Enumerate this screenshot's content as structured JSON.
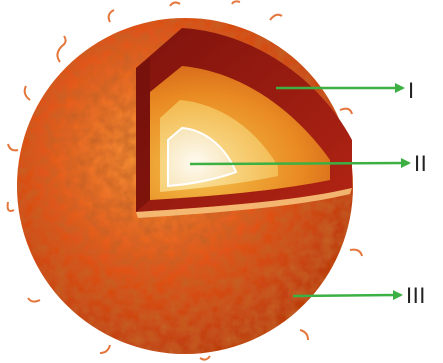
{
  "labels": {
    "layer_1": "I",
    "layer_2": "II",
    "layer_3": "III"
  },
  "colors": {
    "arrow": "#3cb043",
    "surface_dark": "#b83a10",
    "surface_mid": "#e2531a",
    "surface_light": "#f79a3a",
    "outer_layer": "#9c1c12",
    "middle_layer": "#e88a22",
    "inner_layer": "#f6d070",
    "core": "#fbf0d2"
  }
}
